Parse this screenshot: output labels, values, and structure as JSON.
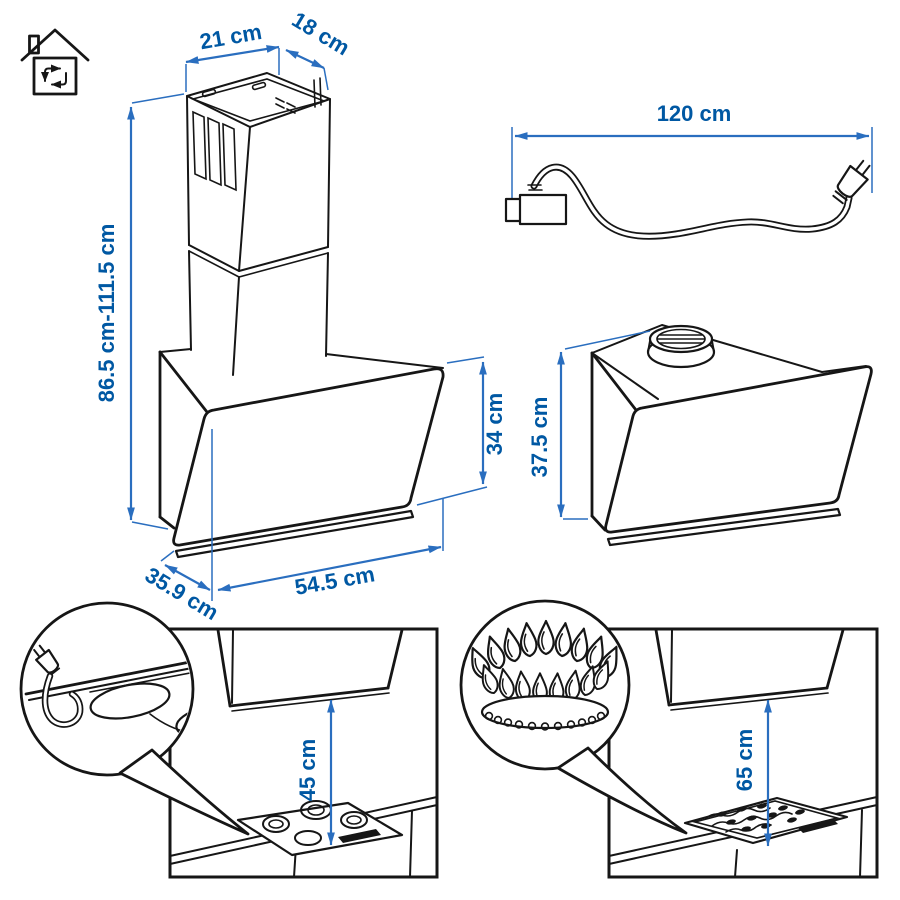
{
  "title": "range-hood-dimension-diagram",
  "colors": {
    "line": "#161616",
    "dimension_line": "#2a6ebf",
    "dimension_text": "#0058a3",
    "background": "#ffffff"
  },
  "icons": {
    "house": "recirculation-house-icon",
    "cord_detail": "power-cord-detail-balloon",
    "gas_detail": "gas-flame-detail-balloon"
  },
  "dimensions": {
    "chimney_top_width": "21 cm",
    "chimney_top_depth": "18 cm",
    "total_height_range": "86.5 cm-111.5 cm",
    "front_panel_height": "34 cm",
    "hood_depth": "35.9 cm",
    "hood_width": "54.5 cm",
    "power_cord_length": "120 cm",
    "body_height": "37.5 cm",
    "clearance_electric_hob": "45 cm",
    "clearance_gas_hob": "65 cm"
  }
}
